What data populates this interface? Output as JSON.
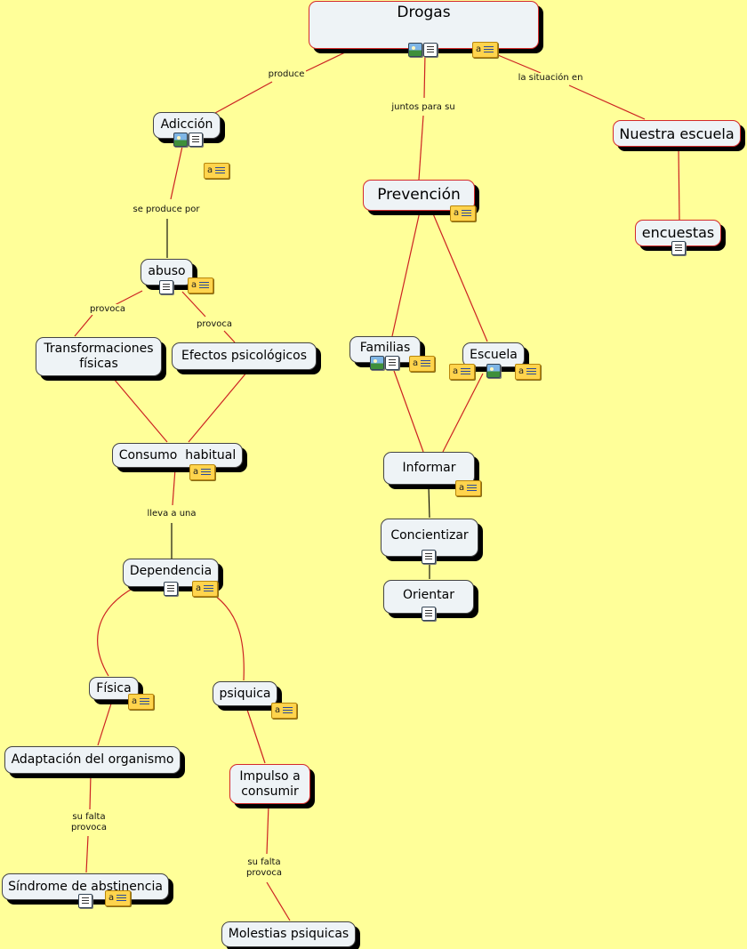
{
  "map_title": "Drogas",
  "nodes": {
    "drogas": "Drogas",
    "adiccion": "Adicción",
    "nuestra_escuela": "Nuestra escuela",
    "prevencion": "Prevención",
    "encuestas": "encuestas",
    "abuso": "abuso",
    "transformaciones": "Transformaciones\nfísicas",
    "efectos": "Efectos psicológicos",
    "familias": "Familias",
    "escuela": "Escuela",
    "consumo": "Consumo  habitual",
    "informar": "Informar",
    "concientizar": "Concientizar",
    "orientar": "Orientar",
    "dependencia": "Dependencia",
    "fisica": "Física",
    "psiquica": "psiquica",
    "adaptacion": "Adaptación del organismo",
    "impulso": "Impulso a\nconsumir",
    "sindrome": "Síndrome de abstinencia",
    "molestias": "Molestias psiquicas"
  },
  "links": {
    "produce": "produce",
    "juntos": "juntos para su",
    "situacion": "la situación en",
    "se_produce": "se produce por",
    "provoca1": "provoca",
    "provoca2": "provoca",
    "lleva": "lleva a una",
    "falta1": "su falta\nprovoca",
    "falta2": "su falta\nprovoca"
  },
  "icons": {
    "note_letter": "a",
    "image": "image-resource-icon",
    "document": "document-resource-icon",
    "note": "annotation-note-icon"
  },
  "colors": {
    "background": "#ffff99",
    "node_fill": "#eef3f6",
    "link_line": "#d42a2a",
    "connector": "#000000",
    "note_fill": "#ffd44d"
  }
}
